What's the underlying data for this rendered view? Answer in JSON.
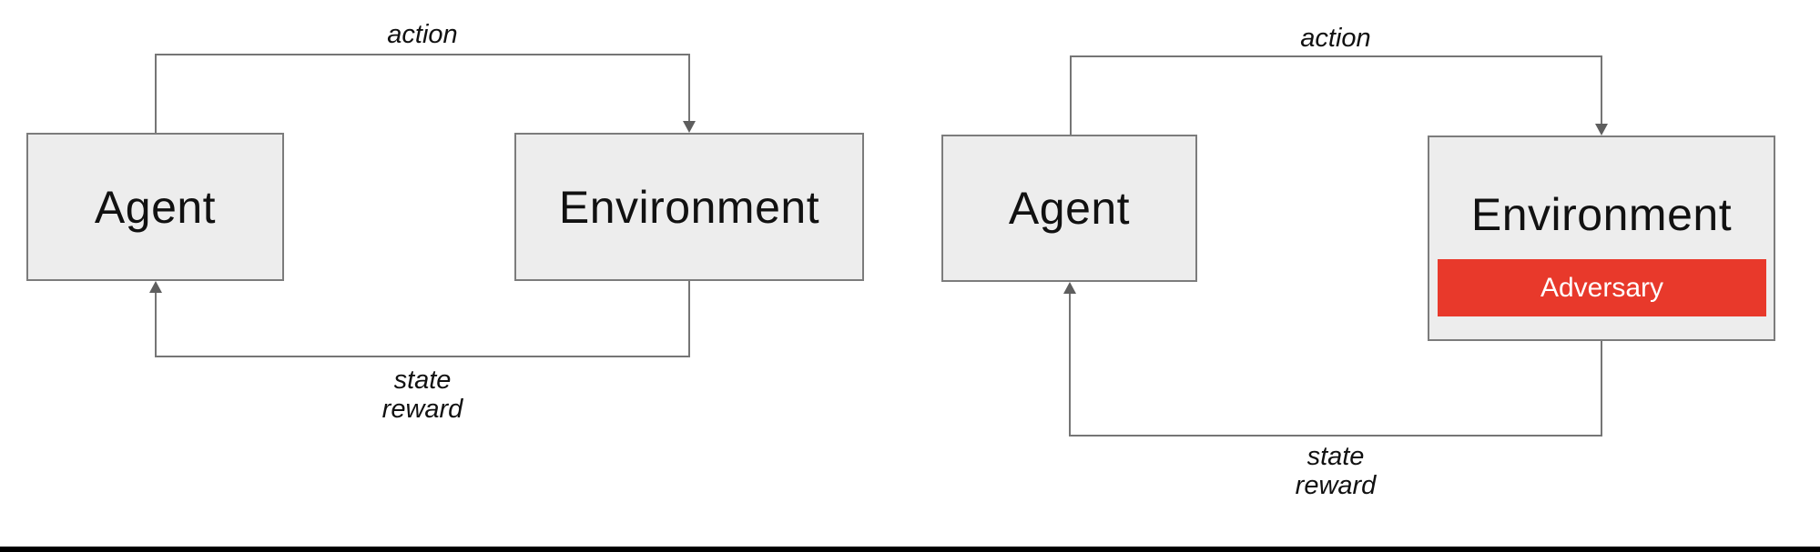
{
  "colors": {
    "box_fill": "#ededed",
    "box_border": "#7c7c7c",
    "connector": "#757575",
    "arrowhead": "#5e5e5e",
    "label_text": "#111111",
    "adversary_fill": "#e8392b",
    "adversary_text": "#ffffff",
    "bottom_bar": "#000000"
  },
  "diagrams": [
    {
      "agent_label": "Agent",
      "environment_label": "Environment",
      "action_label": "action",
      "feedback_line1": "state",
      "feedback_line2": "reward"
    },
    {
      "agent_label": "Agent",
      "environment_label": "Environment",
      "adversary_label": "Adversary",
      "action_label": "action",
      "feedback_line1": "state",
      "feedback_line2": "reward"
    }
  ]
}
